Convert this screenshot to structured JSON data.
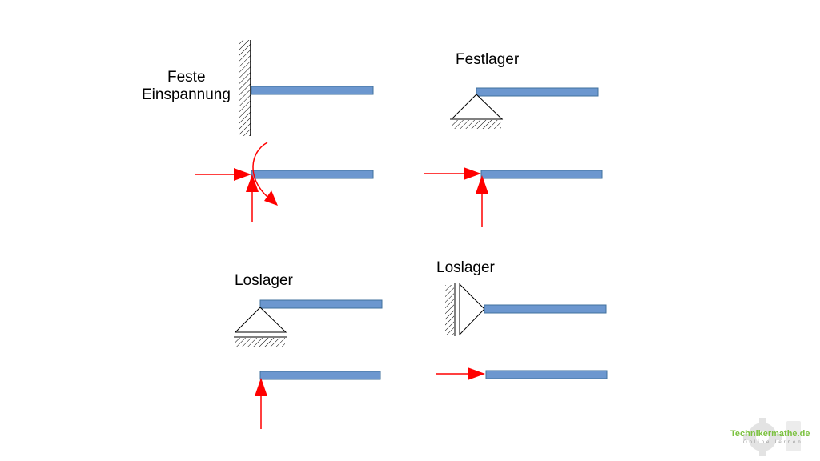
{
  "labels": {
    "feste_line1": "Feste",
    "feste_line2": "Einspannung",
    "festlager": "Festlager",
    "loslager_vertical": "Loslager",
    "loslager_wall": "Loslager"
  },
  "logo": {
    "name": "Technikermathe.de",
    "subline": "Online lernen"
  },
  "colors": {
    "beam_fill": "#6c97cf",
    "beam_stroke": "#41719c",
    "force_arrow": "#ff0000",
    "support": "#000000",
    "logo_green": "#7cc240"
  },
  "icons": [
    "fixed-wall-icon",
    "pin-support-icon",
    "roller-support-icon",
    "force-arrow-icon",
    "moment-arrow-icon",
    "gear-icon"
  ]
}
